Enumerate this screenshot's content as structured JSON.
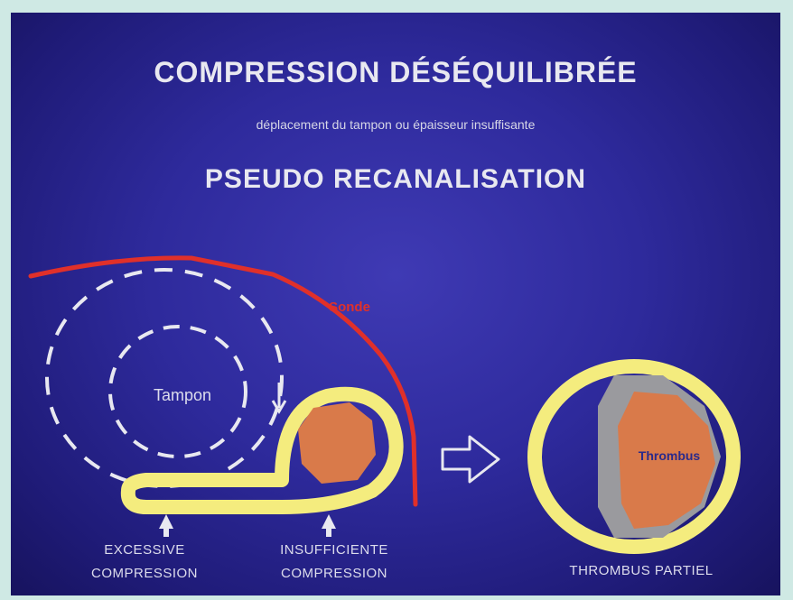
{
  "slide": {
    "title": "COMPRESSION DÉSÉQUILIBRÉE",
    "subtitle": "déplacement du tampon ou épaisseur insuffisante",
    "title2": "PSEUDO RECANALISATION"
  },
  "labels": {
    "tampon": "Tampon",
    "sonde": "Sonde",
    "thrombus": "Thrombus",
    "excessive_line1": "EXCESSIVE",
    "excessive_line2": "COMPRESSION",
    "insufficient_line1": "INSUFFICIENTE",
    "insufficient_line2": "COMPRESSION",
    "partial_thrombus": "THROMBUS PARTIEL"
  },
  "colors": {
    "background": "#2e2a9c",
    "vessel_wall": "#f4ec7e",
    "thrombus": "#d97a4a",
    "thrombus_rim": "#9a9a9e",
    "probe_line": "#e0302a",
    "dashed_outline": "#e8e8f0",
    "text": "#e8e8f0"
  },
  "icons": {
    "transition_arrow": "hollow-right-arrow",
    "pointer_arrow": "up-arrow"
  }
}
